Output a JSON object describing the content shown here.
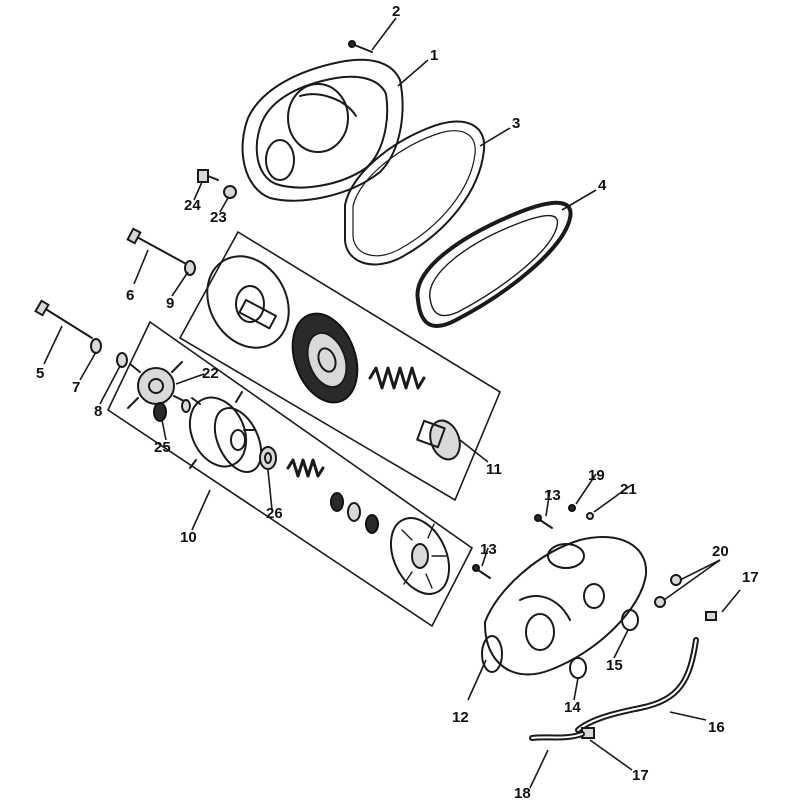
{
  "callouts": {
    "c1": "1",
    "c2": "2",
    "c3": "3",
    "c4": "4",
    "c5": "5",
    "c6": "6",
    "c7": "7",
    "c8": "8",
    "c9": "9",
    "c10": "10",
    "c11": "11",
    "c12": "12",
    "c13a": "13",
    "c13b": "13",
    "c14": "14",
    "c15": "15",
    "c16": "16",
    "c17a": "17",
    "c17b": "17",
    "c18": "18",
    "c19": "19",
    "c20": "20",
    "c21": "21",
    "c22": "22",
    "c23": "23",
    "c24": "24",
    "c25": "25",
    "c26": "26"
  }
}
